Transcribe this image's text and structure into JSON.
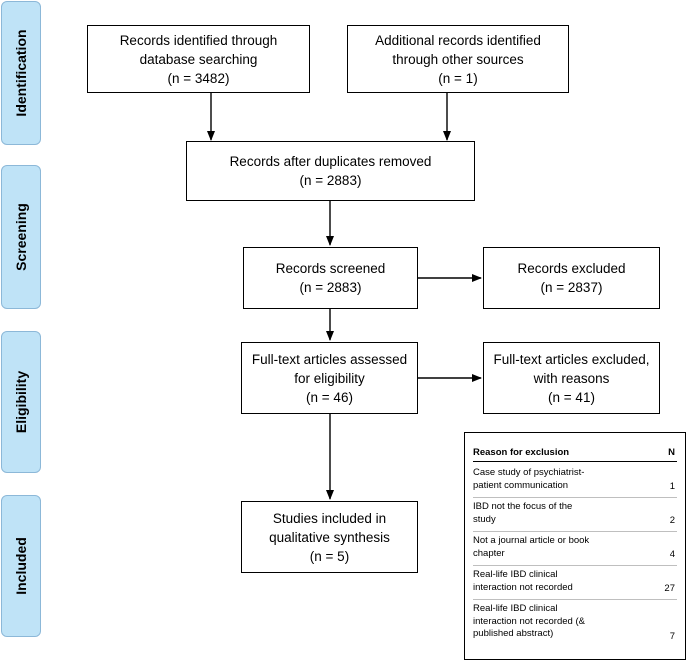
{
  "phases": [
    "Identification",
    "Screening",
    "Eligibility",
    "Included"
  ],
  "boxes": {
    "db_search": [
      "Records identified through",
      "database searching",
      "(n = 3482)"
    ],
    "other_sources": [
      "Additional records identified",
      "through other sources",
      "(n = 1)"
    ],
    "duplicates_removed": [
      "Records after duplicates removed",
      "(n = 2883)"
    ],
    "screened": [
      "Records screened",
      "(n = 2883)"
    ],
    "excluded": [
      "Records excluded",
      "(n = 2837)"
    ],
    "fulltext_assessed": [
      "Full-text articles assessed",
      "for eligibility",
      "(n = 46)"
    ],
    "fulltext_excluded": [
      "Full-text articles excluded,",
      "with reasons",
      "(n = 41)"
    ],
    "included": [
      "Studies included in",
      "qualitative synthesis",
      "(n = 5)"
    ]
  },
  "exclusion_table": {
    "header_reason": "Reason for exclusion",
    "header_n": "N",
    "rows": [
      {
        "reason": [
          "Case study of psychiatrist-",
          "patient communication"
        ],
        "n": "1"
      },
      {
        "reason": [
          "IBD not the focus of the",
          "study"
        ],
        "n": "2"
      },
      {
        "reason": [
          "Not a journal article or book",
          "chapter"
        ],
        "n": "4"
      },
      {
        "reason": [
          "Real-life IBD clinical",
          "interaction not recorded"
        ],
        "n": "27"
      },
      {
        "reason": [
          "Real-life IBD clinical",
          "interaction not recorded (&",
          "published abstract)"
        ],
        "n": "7"
      }
    ]
  }
}
